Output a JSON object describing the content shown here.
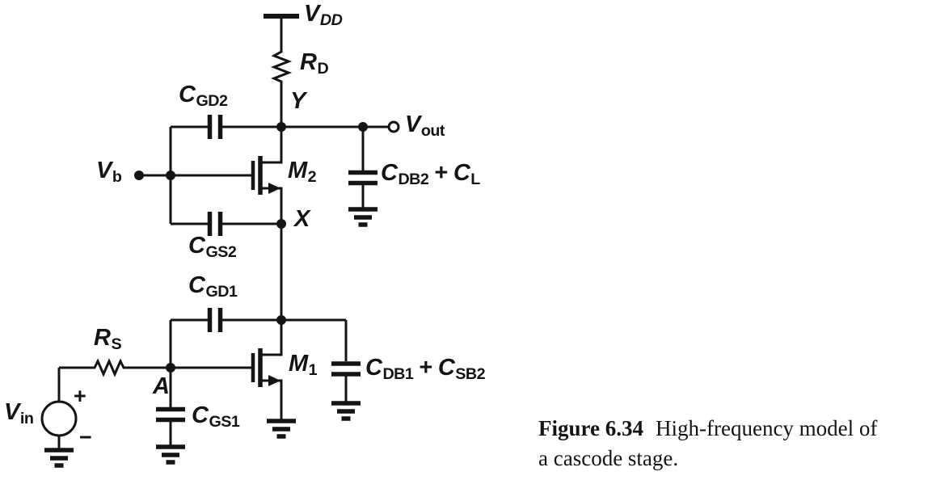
{
  "colors": {
    "ink": "#141414",
    "background": "#ffffff"
  },
  "caption": {
    "tag": "Figure 6.34",
    "line1": "High-frequency model of",
    "line2": "a cascode stage."
  },
  "labels": {
    "vdd": [
      "V",
      "DD"
    ],
    "rd": [
      "R",
      "D"
    ],
    "y": [
      "Y"
    ],
    "vout": [
      "V",
      "out"
    ],
    "cgd2": [
      "C",
      "GD2"
    ],
    "vb": [
      "V",
      "b"
    ],
    "m2": [
      "M",
      "2"
    ],
    "cdb2_cl": [
      "C",
      "DB2",
      "+",
      "C",
      "L"
    ],
    "cgs2": [
      "C",
      "GS2"
    ],
    "x": [
      "X"
    ],
    "cgd1": [
      "C",
      "GD1"
    ],
    "rs": [
      "R",
      "S"
    ],
    "a": [
      "A"
    ],
    "m1": [
      "M",
      "1"
    ],
    "cdb1_csb2": [
      "C",
      "DB1",
      "+",
      "C",
      "SB2"
    ],
    "cgs1": [
      "C",
      "GS1"
    ],
    "vin": [
      "V",
      "in"
    ],
    "source_plus": "+",
    "source_minus": "−"
  },
  "components": [
    {
      "type": "supply-rail",
      "name": "VDD"
    },
    {
      "type": "resistor",
      "name": "RD"
    },
    {
      "type": "resistor",
      "name": "RS"
    },
    {
      "type": "nmos-transistor",
      "name": "M2"
    },
    {
      "type": "nmos-transistor",
      "name": "M1"
    },
    {
      "type": "capacitor",
      "name": "CGD2"
    },
    {
      "type": "capacitor",
      "name": "CGS2"
    },
    {
      "type": "capacitor",
      "name": "CGD1"
    },
    {
      "type": "capacitor",
      "name": "CGS1"
    },
    {
      "type": "capacitor",
      "name": "CDB2 + CL"
    },
    {
      "type": "capacitor",
      "name": "CDB1 + CSB2"
    },
    {
      "type": "voltage-source",
      "name": "Vin"
    },
    {
      "type": "bias-terminal",
      "name": "Vb"
    },
    {
      "type": "output-terminal",
      "name": "Vout"
    },
    {
      "type": "circuit-nodes",
      "names": [
        "A",
        "X",
        "Y"
      ]
    }
  ]
}
